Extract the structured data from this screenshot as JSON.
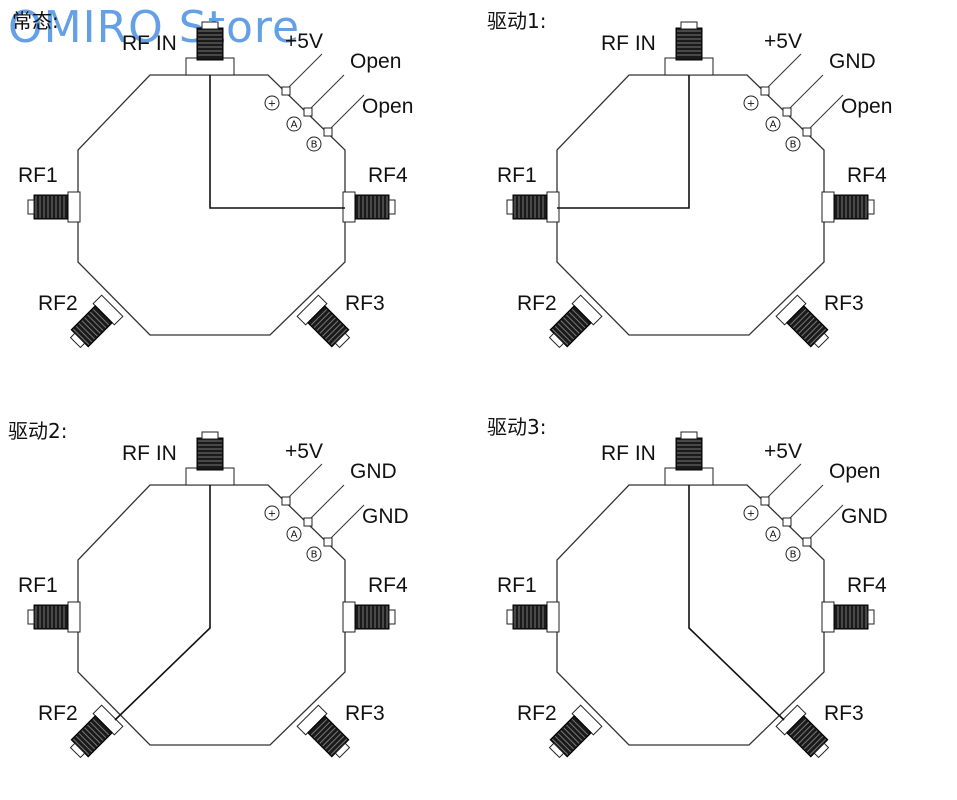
{
  "watermark": "OMIRO Store",
  "panels": [
    {
      "title": "常态:",
      "rf_in": "RF IN",
      "rf1": "RF1",
      "rf2": "RF2",
      "rf3": "RF3",
      "rf4": "RF4",
      "pin_plus": "+5V",
      "pin_a": "Open",
      "pin_b": "Open",
      "path_to": "RF4"
    },
    {
      "title": "驱动1:",
      "rf_in": "RF IN",
      "rf1": "RF1",
      "rf2": "RF2",
      "rf3": "RF3",
      "rf4": "RF4",
      "pin_plus": "+5V",
      "pin_a": "GND",
      "pin_b": "Open",
      "path_to": "RF1"
    },
    {
      "title": "驱动2:",
      "rf_in": "RF IN",
      "rf1": "RF1",
      "rf2": "RF2",
      "rf3": "RF3",
      "rf4": "RF4",
      "pin_plus": "+5V",
      "pin_a": "GND",
      "pin_b": "GND",
      "path_to": "RF2"
    },
    {
      "title": "驱动3:",
      "rf_in": "RF IN",
      "rf1": "RF1",
      "rf2": "RF2",
      "rf3": "RF3",
      "rf4": "RF4",
      "pin_plus": "+5V",
      "pin_a": "Open",
      "pin_b": "GND",
      "path_to": "RF3"
    }
  ],
  "symbols": {
    "plus": "+",
    "a": "A",
    "b": "B"
  }
}
